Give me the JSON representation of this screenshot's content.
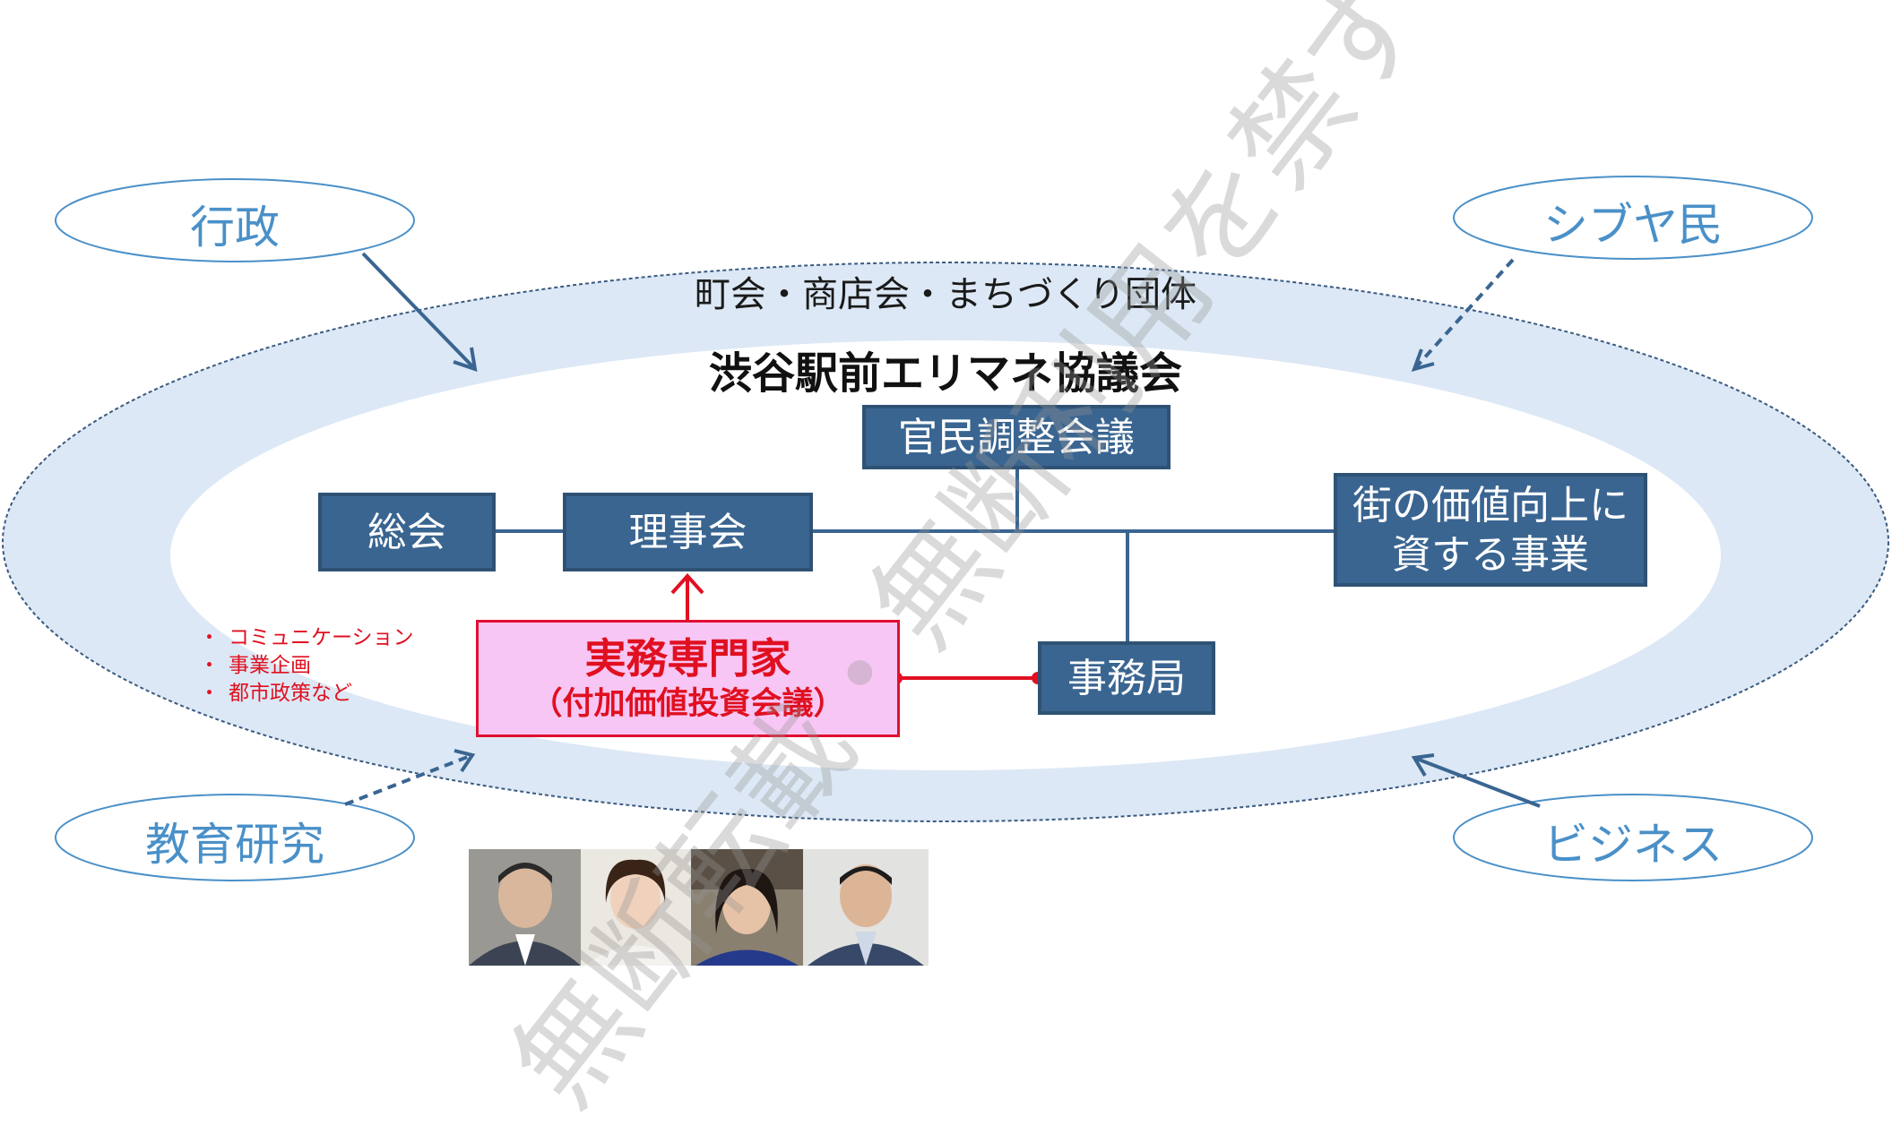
{
  "stakeholders": {
    "gyosei": "行政",
    "shibuyamin": "シブヤ民",
    "kyoiku": "教育研究",
    "business": "ビジネス"
  },
  "outer_ring_label": "町会・商店会・まちづくり団体",
  "council_title": "渋谷駅前エリマネ協議会",
  "org": {
    "kanmin": "官民調整会議",
    "sokai": "総会",
    "rijikai": "理事会",
    "value_project_line1": "街の価値向上に",
    "value_project_line2": "資する事業",
    "jimukyoku": "事務局"
  },
  "experts": {
    "title": "実務専門家",
    "subtitle": "（付加価値投資会議）",
    "roles": [
      "コミュニケーション",
      "事業企画",
      "都市政策など"
    ]
  },
  "watermark": "無断転載・無断利用を禁ず",
  "colors": {
    "box_fill": "#3a6591",
    "ring": "#dce8f5",
    "oval_text": "#4a90c8",
    "expert_red": "#e01020",
    "expert_fill": "#f8c6f4"
  }
}
